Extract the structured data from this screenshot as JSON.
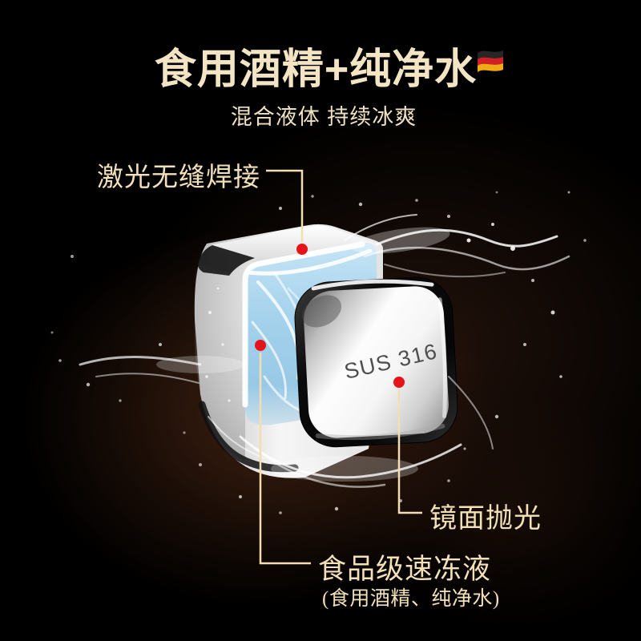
{
  "page": {
    "background_color": "#000000",
    "glow_color": "#2e1a10",
    "line_color": "#f3ddb1",
    "dot_color": "#e5131b",
    "text_color": "#f2e0b8"
  },
  "header": {
    "title": "食用酒精+纯净水",
    "subtitle": "混合液体 持续冰爽",
    "flag_icon": "german-flag-icon"
  },
  "product": {
    "engraving": "SUS 316",
    "liquid_color": "#a5d2ec",
    "metal_color": "#e8e8e8"
  },
  "callouts": {
    "weld": {
      "label": "激光无缝焊接"
    },
    "mirror": {
      "label": "镜面抛光"
    },
    "liquid": {
      "label": "食品级速冻液",
      "sublabel": "(食用酒精、纯净水)"
    }
  }
}
